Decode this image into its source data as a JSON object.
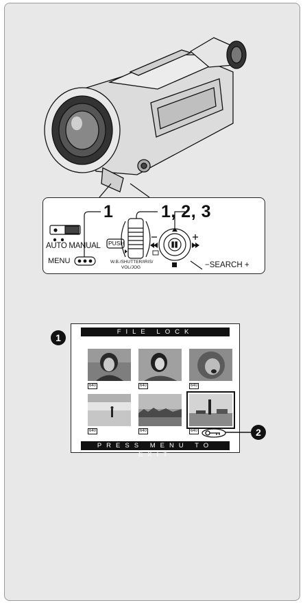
{
  "callouts": {
    "one": "1",
    "two": "2"
  },
  "control_panel": {
    "label_1": "1",
    "label_123": "1, 2, 3",
    "auto_manual": "AUTO MANUAL",
    "menu": "MENU",
    "push": "PUSH",
    "dial_caption_line1": "W.B./SHUTTER/IRIS/",
    "dial_caption_line2": "VOL/JOG",
    "search": "−SEARCH +"
  },
  "screen": {
    "title": "FILE LOCK",
    "footer": "PRESS MENU TO EXIT",
    "thumbnails": [
      {
        "label": "640",
        "scene": "woman-portrait"
      },
      {
        "label": "640",
        "scene": "girl-portrait"
      },
      {
        "label": "640",
        "scene": "lion"
      },
      {
        "label": "640",
        "scene": "beach-figure"
      },
      {
        "label": "640",
        "scene": "coastal-town"
      },
      {
        "label": "640",
        "scene": "harbor-lighthouse"
      }
    ],
    "lock_icon": "key-icon"
  }
}
